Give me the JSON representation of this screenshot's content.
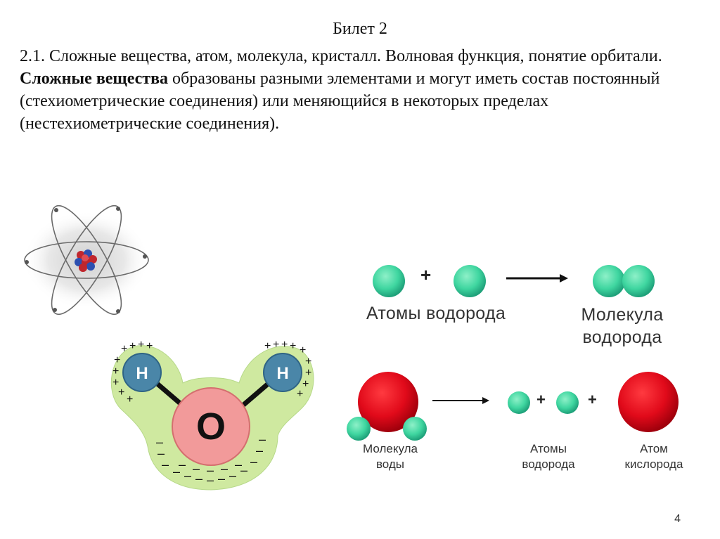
{
  "slide": {
    "title": "Билет 2",
    "heading": "2.1. Сложные вещества, атом, молекула, кристалл. Волновая функция, понятие орбитали.",
    "definition_term": "Сложные вещества",
    "definition_text": " образованы разными элементами и могут иметь состав постоянный (стехиометрические соединения) или меняющийся в некоторых пределах (нестехиометрические соединения).",
    "page_number": "4"
  },
  "water_molecule": {
    "hydrogen_symbol": "H",
    "oxygen_symbol": "O",
    "positive_charge": "+",
    "negative_charge": "–"
  },
  "hydrogen_diagram": {
    "plus": "+",
    "atoms_label": "Атомы водорода",
    "molecule_label_line1": "Молекула",
    "molecule_label_line2": "водорода"
  },
  "water_diagram": {
    "plus_1": "+",
    "plus_2": "+",
    "molecule_label_line1": "Молекула",
    "molecule_label_line2": "воды",
    "atoms_label_line1": "Атомы",
    "atoms_label_line2": "водорода",
    "oxygen_label_line1": "Атом",
    "oxygen_label_line2": "кислорода"
  },
  "colors": {
    "hydrogen_green": "#3fd6a0",
    "oxygen_red": "#e10a1a",
    "cloud_green": "#cfe9a0",
    "water_h_blue": "#4a86a8",
    "water_o_pink": "#f29a9a"
  }
}
